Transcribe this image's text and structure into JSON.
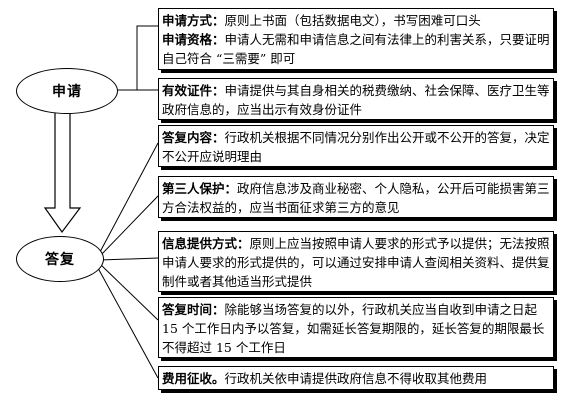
{
  "nodes": {
    "apply": "申请",
    "reply": "答复"
  },
  "boxes": [
    {
      "items": [
        {
          "k": "申请方式：",
          "v": "原则上书面（包括数据电文），书写困难可口头"
        },
        {
          "k": "申请资格：",
          "v": "申请人无需和申请信息之间有法律上的利害关系，只要证明自己符合 “三需要” 即可"
        }
      ]
    },
    {
      "items": [
        {
          "k": "有效证件：",
          "v": "申请提供与其自身相关的税费缴纳、社会保障、医疗卫生等政府信息的，应当出示有效身份证件"
        }
      ]
    },
    {
      "items": [
        {
          "k": "答复内容：",
          "v": "行政机关根据不同情况分别作出公开或不公开的答复，决定不公开应说明理由"
        }
      ]
    },
    {
      "items": [
        {
          "k": "第三人保护：",
          "v": "政府信息涉及商业秘密、个人隐私，公开后可能损害第三方合法权益的，应当书面征求第三方的意见"
        }
      ]
    },
    {
      "items": [
        {
          "k": "信息提供方式：",
          "v": "原则上应当按照申请人要求的形式予以提供；无法按照申请人要求的形式提供的，可以通过安排申请人查阅相关资料、提供复制件或者其他适当形式提供"
        }
      ]
    },
    {
      "items": [
        {
          "k": "答复时间：",
          "v": "除能够当场答复的以外，行政机关应当自收到申请之日起 15 个工作日内予以答复，如需延长答复期限的，延长答复的期限最长不得超过 15 个工作日"
        }
      ]
    },
    {
      "items": [
        {
          "k": "费用征收。",
          "v": "行政机关依申请提供政府信息不得收取其他费用"
        }
      ]
    }
  ]
}
